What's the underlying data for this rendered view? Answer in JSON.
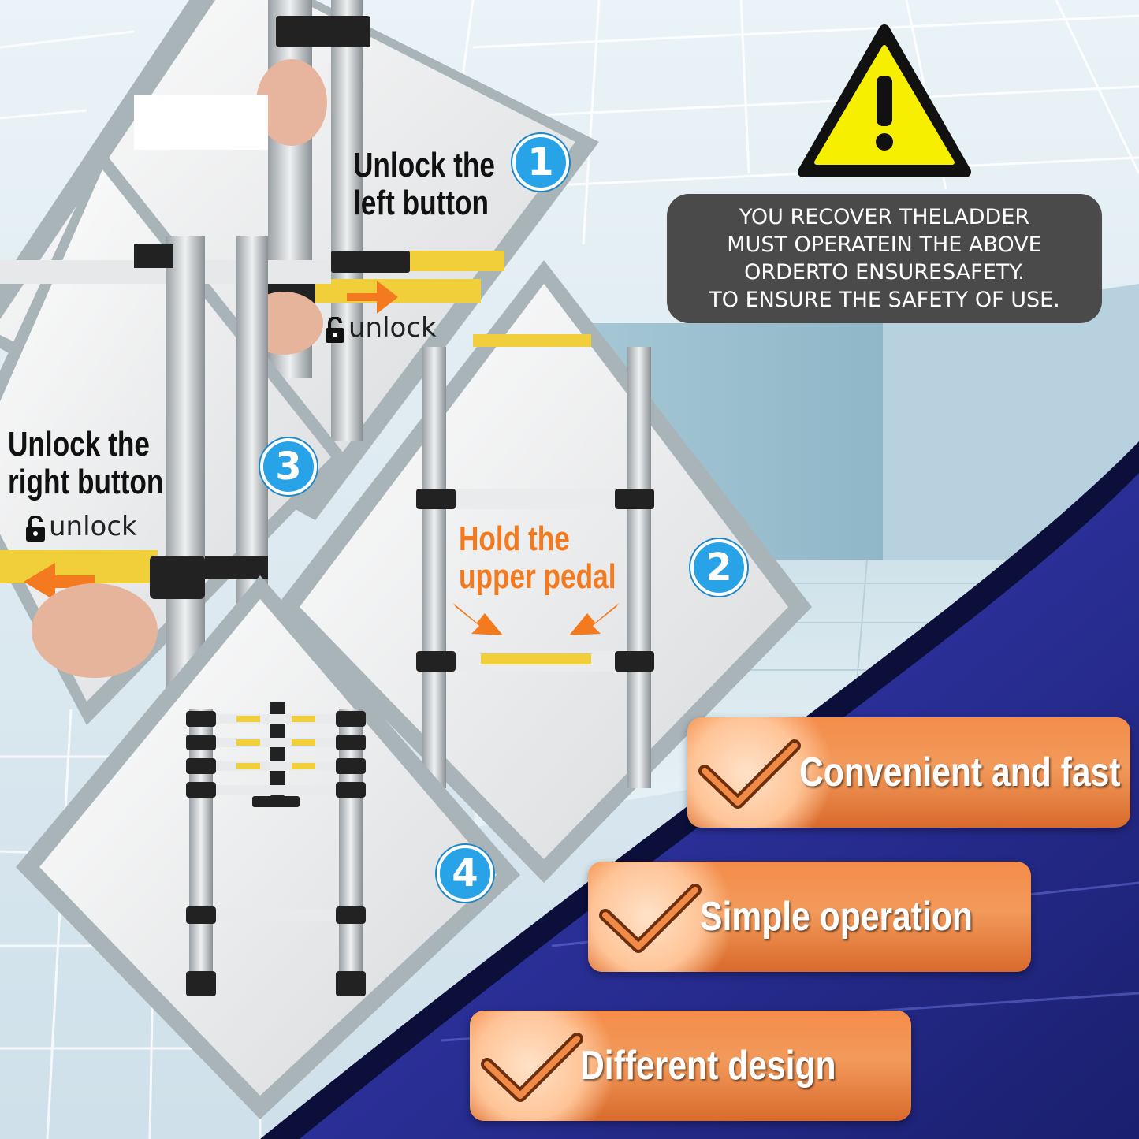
{
  "steps": [
    {
      "number": "1",
      "line1": "Unlock the",
      "line2": "left button",
      "unlock_text": "unlock"
    },
    {
      "number": "2",
      "line1": "Hold the",
      "line2": "upper pedal"
    },
    {
      "number": "3",
      "line1": "Unlock the",
      "line2": "right button",
      "unlock_text": "unlock"
    },
    {
      "number": "4"
    }
  ],
  "warning": {
    "lines": [
      "YOU RECOVER THELADDER",
      "MUST OPERATEIN THE ABOVE",
      "ORDERTO ENSURESAFETY.",
      "TO ENSURE THE SAFETY OF USE."
    ]
  },
  "features": [
    "Convenient and fast",
    "Simple operation",
    "Different design"
  ],
  "colors": {
    "accent_orange": "#f47a1f",
    "step_blue": "#29a3e8",
    "warning_yellow": "#f6f000",
    "banner_navy": "#1a1f6e"
  }
}
